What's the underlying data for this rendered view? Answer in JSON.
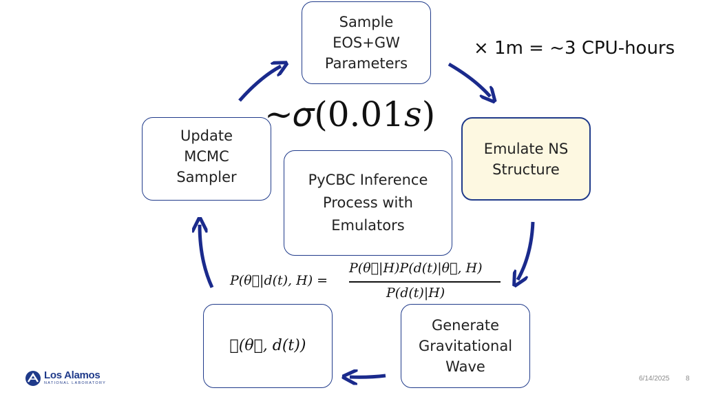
{
  "nodes": {
    "sample": {
      "lines": [
        "Sample",
        "EOS+GW",
        "Parameters"
      ]
    },
    "emulate": {
      "lines": [
        "Emulate NS",
        "Structure"
      ]
    },
    "generate": {
      "lines": [
        "Generate",
        "Gravitational",
        "Wave"
      ]
    },
    "likelihood": {
      "formula": "ℒ(θ⃗, d(t))"
    },
    "update": {
      "lines": [
        "Update",
        "MCMC",
        "Sampler"
      ]
    },
    "center": {
      "lines": [
        "PyCBC Inference",
        "Process with",
        "Emulators"
      ]
    }
  },
  "annotations": {
    "timing": "~𝜎(0.01𝑠)",
    "cost": "× 1m = ~3 CPU-hours",
    "bayes_lhs": "P(θ⃗|d(t), H) =",
    "bayes_numerator": "P(θ⃗|H)P(d(t)|θ⃗, H)",
    "bayes_denominator": "P(d(t)|H)"
  },
  "colors": {
    "arrow": "#1a2a8c",
    "box_border": "#1f3a8a",
    "highlight_fill": "#fdf8e1"
  },
  "footer": {
    "logo_main": "Los Alamos",
    "logo_sub": "NATIONAL LABORATORY",
    "date": "6/14/2025",
    "page": "8"
  }
}
